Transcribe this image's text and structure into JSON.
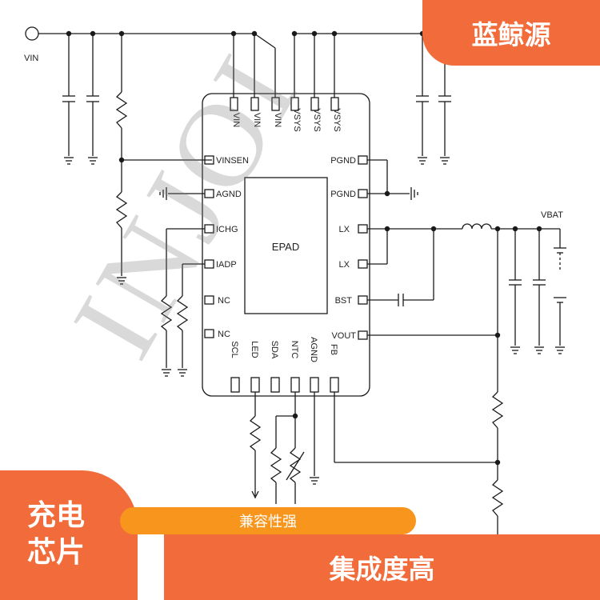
{
  "watermark": "INJOI",
  "brand": "蓝鲸源",
  "product": "充电芯片",
  "feature_pill": "兼容性强",
  "feature_band": "集成度高",
  "chip": {
    "epad": "EPAD",
    "top_pins": [
      "VIN",
      "VIN",
      "VIN",
      "VSYS",
      "VSYS",
      "VSYS"
    ],
    "left_pins": [
      "VINSEN",
      "AGND",
      "ICHG",
      "IADP",
      "NC",
      "NC"
    ],
    "right_pins": [
      "PGND",
      "PGND",
      "LX",
      "LX",
      "BST",
      "VOUT"
    ],
    "bottom_pins": [
      "SCL",
      "LED",
      "SDA",
      "NTC",
      "AGND",
      "FB"
    ]
  },
  "nets": {
    "vin": "VIN",
    "vbat": "VBAT"
  },
  "colors": {
    "accent": "#f26b3a",
    "pill": "#f7951d",
    "line": "#1a1a1a"
  }
}
